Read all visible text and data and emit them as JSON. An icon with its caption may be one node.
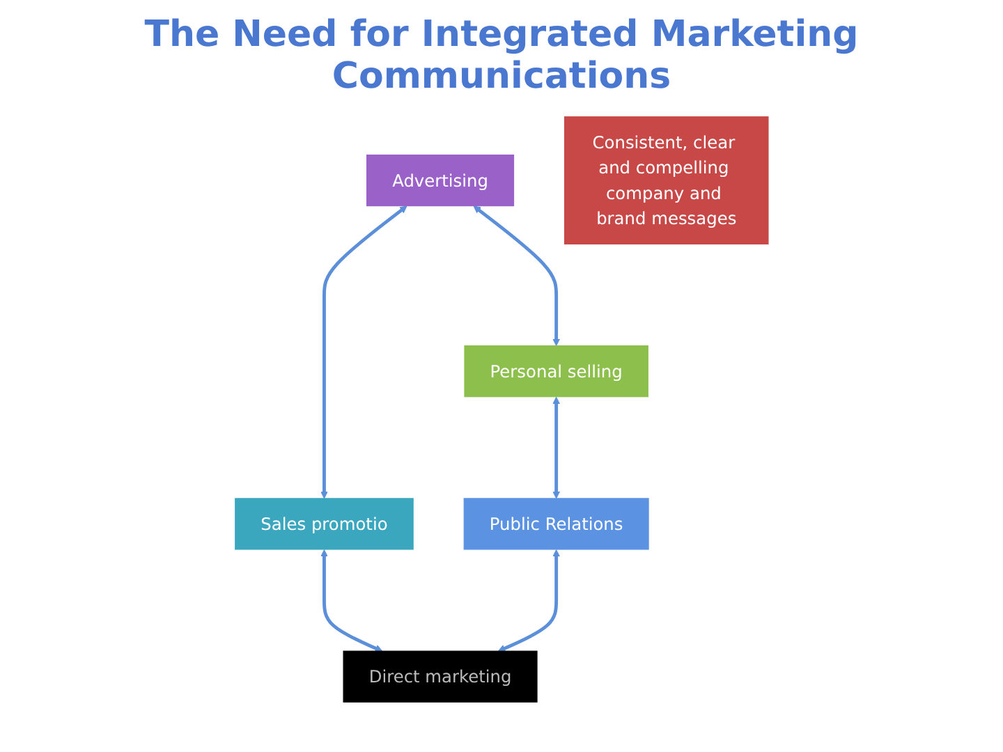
{
  "diagram": {
    "title": "The Need for Integrated Marketing Communications",
    "nodes": [
      {
        "text": [
          "Advertising"
        ]
      },
      {
        "text": [
          "Personal selling"
        ]
      },
      {
        "text": [
          "Sales promotio"
        ]
      },
      {
        "text": [
          "Consistent, clear and compelling company and brand messages"
        ]
      },
      {
        "text": [
          "Public Relations"
        ]
      },
      {
        "text": [
          "Direct marketing"
        ]
      }
    ],
    "edges": [
      {
        "from": 0,
        "to": 1,
        "arrow": "both"
      },
      {
        "from": 0,
        "to": 2,
        "arrow": "both"
      },
      {
        "from": 1,
        "to": 4,
        "arrow": "both"
      },
      {
        "from": 2,
        "to": 5,
        "arrow": "both"
      },
      {
        "from": 4,
        "to": 5,
        "arrow": "both"
      }
    ]
  }
}
